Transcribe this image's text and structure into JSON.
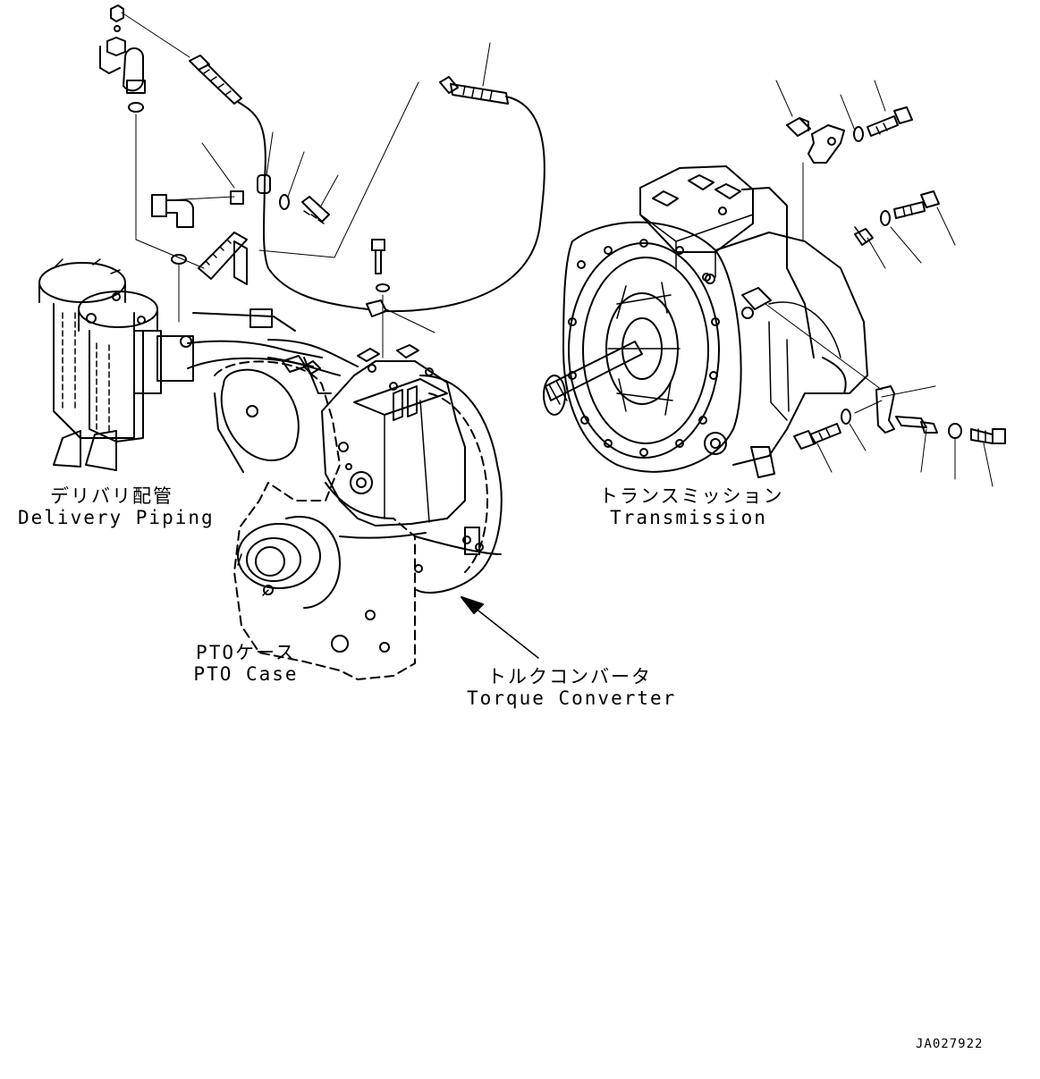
{
  "labels": {
    "delivery_piping": {
      "jp": "デリバリ配管",
      "en": "Delivery Piping"
    },
    "transmission": {
      "jp": "トランスミッション",
      "en": "Transmission"
    },
    "pto_case": {
      "jp": "PTOケース",
      "en": "PTO Case"
    },
    "torque_converter": {
      "jp": "トルクコンバータ",
      "en": "Torque Converter"
    }
  },
  "drawing_code": "JA027922",
  "colors": {
    "line": "#000000",
    "background": "#ffffff"
  }
}
